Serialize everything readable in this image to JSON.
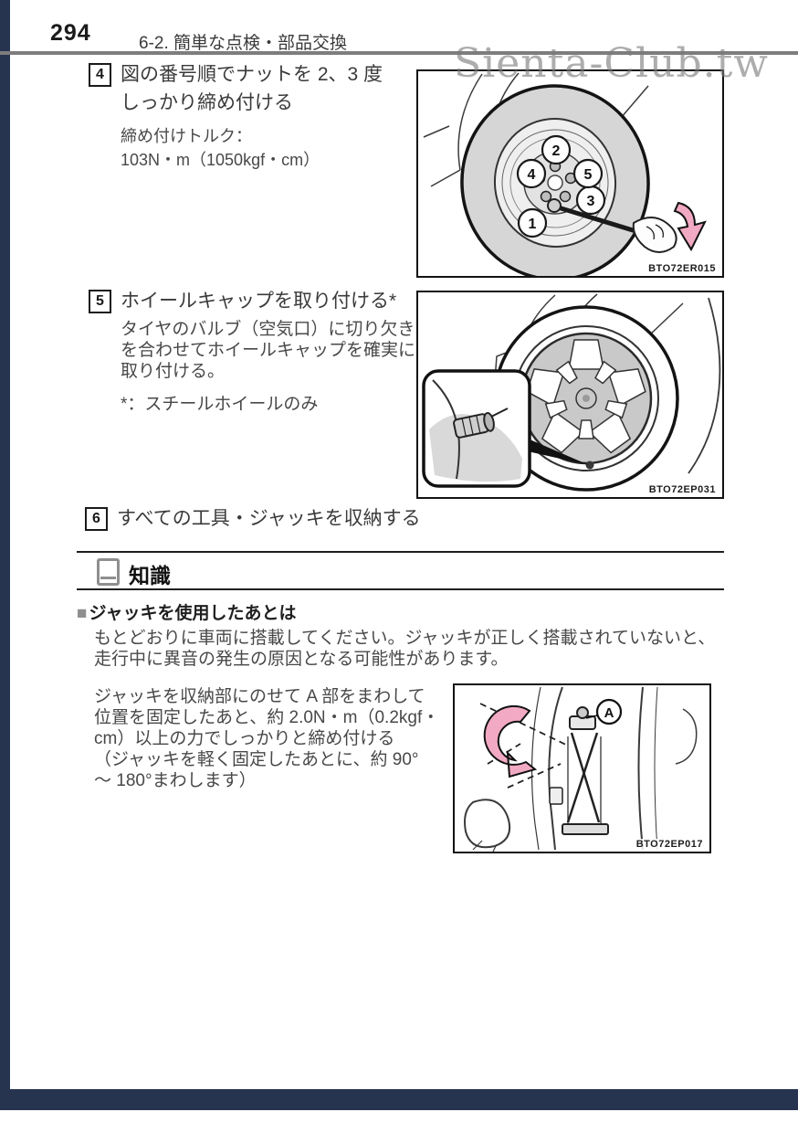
{
  "header": {
    "page_number": "294",
    "section_title": "6-2. 簡単な点検・部品交換"
  },
  "watermark": "Sienta-Club.tw",
  "steps": [
    {
      "num": "4",
      "title": "図の番号順でナットを 2、3 度\nしっかり締め付ける",
      "sub": "締め付けトルク：\n103N・m（1050kgf・cm）"
    },
    {
      "num": "5",
      "title": "ホイールキャップを取り付ける*",
      "body": "タイヤのバルブ（空気口）に切り欠き\nを合わせてホイールキャップを確実に\n取り付ける。",
      "note": "*：スチールホイールのみ"
    },
    {
      "num": "6",
      "title": "すべての工具・ジャッキを収納する"
    }
  ],
  "figures": [
    {
      "code": "BTO72ER015",
      "nut_order_labels": [
        "1",
        "2",
        "3",
        "4",
        "5"
      ]
    },
    {
      "code": "BTO72EP031"
    },
    {
      "code": "BTO72EP017",
      "part_label": "A"
    }
  ],
  "knowledge": {
    "heading": "知識",
    "topic_bullet": "■",
    "topic": "ジャッキを使用したあとは",
    "para1": "もとどおりに車両に搭載してください。ジャッキが正しく搭載されていないと、\n走行中に異音の発生の原因となる可能性があります。",
    "para2": "ジャッキを収納部にのせて A 部をまわして\n位置を固定したあと、約 2.0N・m（0.2kgf・\ncm）以上の力でしっかりと締め付ける\n（ジャッキを軽く固定したあとに、約 90°\n～ 180°まわします）"
  },
  "colors": {
    "band_navy": "#273450",
    "rule_gray": "#7d7d7d",
    "arrow_pink": "#f2a9c3",
    "illustration_gray": "#d6d6d6"
  }
}
